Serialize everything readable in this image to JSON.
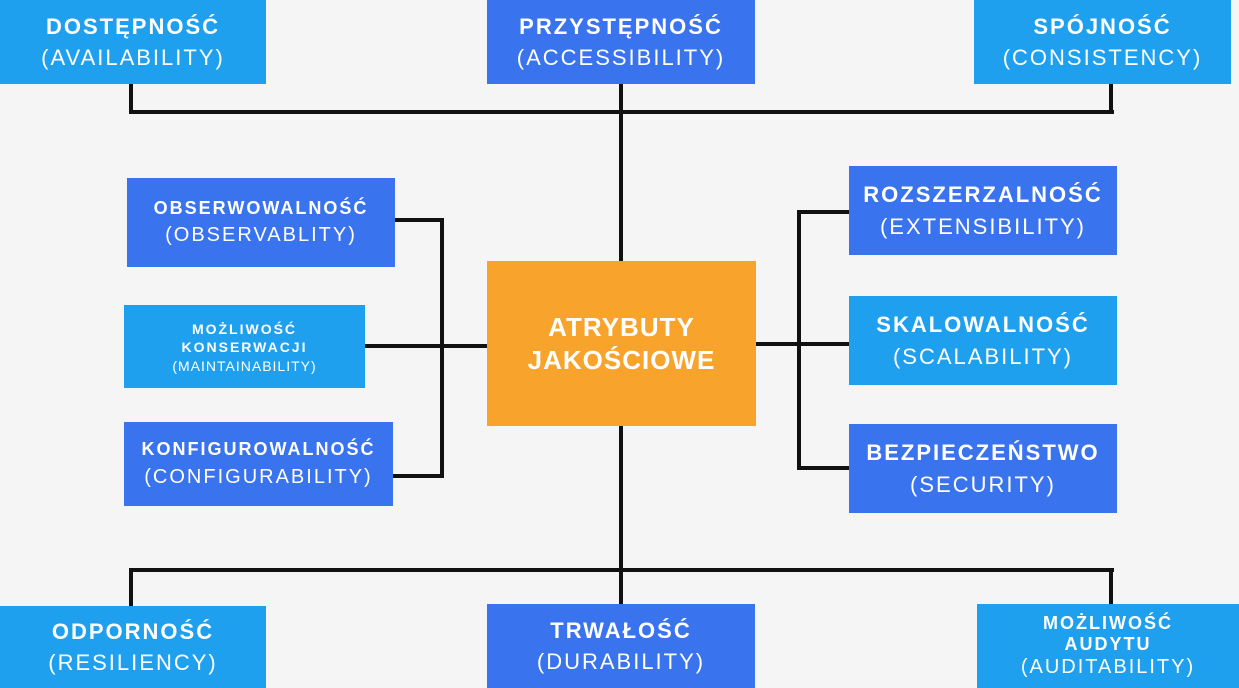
{
  "colors": {
    "light_box": "#1ea0ef",
    "dark_box": "#3a73ee",
    "center_box": "#f7a32c",
    "connector": "#111111",
    "background": "#f5f5f5"
  },
  "center": {
    "line1": "ATRYBUTY",
    "line2": "JAKOŚCIOWE"
  },
  "top": {
    "left": {
      "pl": "DOSTĘPNOŚĆ",
      "en": "(AVAILABILITY)"
    },
    "middle": {
      "pl": "PRZYSTĘPNOŚĆ",
      "en": "(ACCESSIBILITY)"
    },
    "right": {
      "pl": "SPÓJNOŚĆ",
      "en": "(CONSISTENCY)"
    }
  },
  "left": [
    {
      "pl": "OBSERWOWALNOŚĆ",
      "en": "(OBSERVABLITY)"
    },
    {
      "pl1": "MOŻLIWOŚĆ",
      "pl2": "KONSERWACJI",
      "en": "(MAINTAINABILITY)"
    },
    {
      "pl": "KONFIGUROWALNOŚĆ",
      "en": "(CONFIGURABILITY)"
    }
  ],
  "right": [
    {
      "pl": "ROZSZERZALNOŚĆ",
      "en": "(EXTENSIBILITY)"
    },
    {
      "pl": "SKALOWALNOŚĆ",
      "en": "(SCALABILITY)"
    },
    {
      "pl": "BEZPIECZEŃSTWO",
      "en": "(SECURITY)"
    }
  ],
  "bottom": {
    "left": {
      "pl": "ODPORNOŚĆ",
      "en": "(RESILIENCY)"
    },
    "middle": {
      "pl": "TRWAŁOŚĆ",
      "en": "(DURABILITY)"
    },
    "right": {
      "pl1": "MOŻLIWOŚĆ",
      "pl2": "AUDYTU",
      "en": "(AUDITABILITY)"
    }
  }
}
